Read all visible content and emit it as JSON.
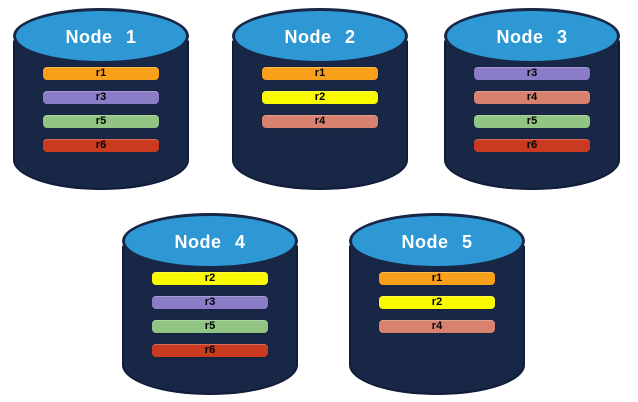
{
  "diagram": {
    "description": "Five database node cylinders holding replica bars"
  },
  "colors": {
    "background": "#ffffff",
    "cylinder_body": "#192747",
    "cylinder_top": "#2e98d5",
    "node_label_text": "#ffffff",
    "bar_text": "#000000"
  },
  "replica_colors": {
    "r1": "#f9a01b",
    "r2": "#fbfb00",
    "r3": "#8b7cc8",
    "r4": "#d8816f",
    "r5": "#92c584",
    "r6": "#c93a20"
  },
  "nodes": [
    {
      "label": "Node 1",
      "replicas": [
        "r1",
        "r3",
        "r5",
        "r6"
      ]
    },
    {
      "label": "Node 2",
      "replicas": [
        "r1",
        "r2",
        "r4"
      ]
    },
    {
      "label": "Node 3",
      "replicas": [
        "r3",
        "r4",
        "r5",
        "r6"
      ]
    },
    {
      "label": "Node 4",
      "replicas": [
        "r2",
        "r3",
        "r5",
        "r6"
      ]
    },
    {
      "label": "Node 5",
      "replicas": [
        "r1",
        "r2",
        "r4"
      ]
    }
  ]
}
